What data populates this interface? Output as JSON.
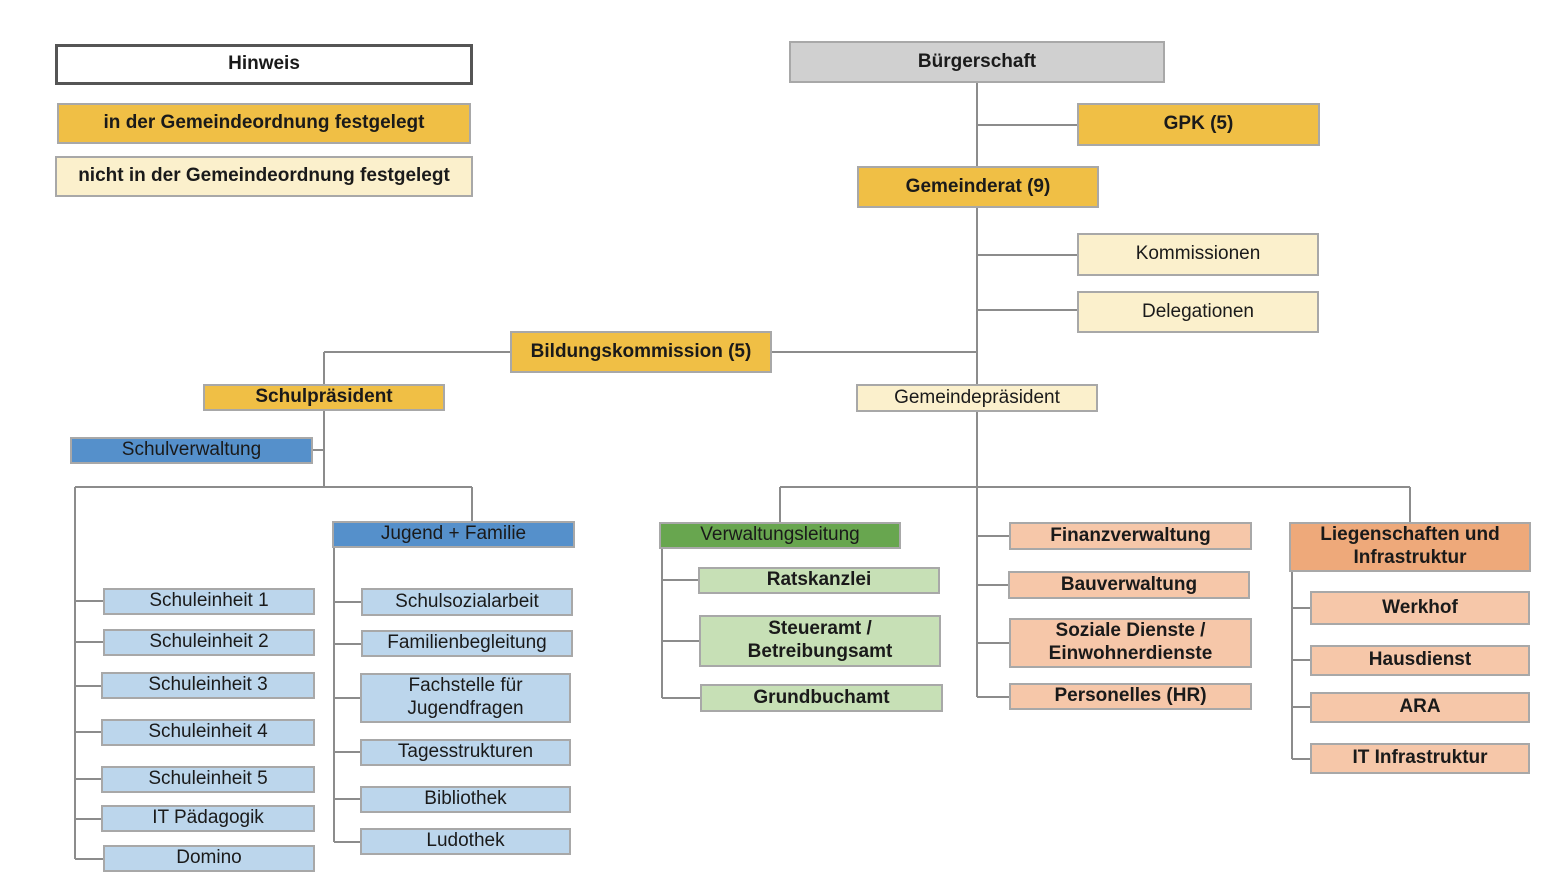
{
  "legend": {
    "title": "Hinweis",
    "mandatory": "in der Gemeindeordnung festgelegt",
    "optional": "nicht in der Gemeindeordnung festgelegt"
  },
  "nodes": {
    "buergerschaft": "Bürgerschaft",
    "gpk": "GPK (5)",
    "gemeinderat": "Gemeinderat (9)",
    "kommissionen": "Kommissionen",
    "delegationen": "Delegationen",
    "bildungskommission": "Bildungskommission (5)",
    "schulpraesident": "Schulpräsident",
    "gemeindepraesident": "Gemeindepräsident",
    "schulverwaltung": "Schulverwaltung",
    "jugend_familie": "Jugend + Familie",
    "schuleinheit_1": "Schuleinheit 1",
    "schuleinheit_2": "Schuleinheit 2",
    "schuleinheit_3": "Schuleinheit 3",
    "schuleinheit_4": "Schuleinheit 4",
    "schuleinheit_5": "Schuleinheit 5",
    "it_paedagogik": "IT Pädagogik",
    "domino": "Domino",
    "schulsozialarbeit": "Schulsozialarbeit",
    "familienbegleitung": "Familienbegleitung",
    "fachstelle_jugendfragen": "Fachstelle für\nJugendfragen",
    "tagesstrukturen": "Tagesstrukturen",
    "bibliothek": "Bibliothek",
    "ludothek": "Ludothek",
    "verwaltungsleitung": "Verwaltungsleitung",
    "ratskanzlei": "Ratskanzlei",
    "steueramt": "Steueramt /\nBetreibungsamt",
    "grundbuchamt": "Grundbuchamt",
    "finanzverwaltung": "Finanzverwaltung",
    "bauverwaltung": "Bauverwaltung",
    "soziale_dienste": "Soziale Dienste /\nEinwohnerdienste",
    "personelles": "Personelles (HR)",
    "liegenschaften": "Liegenschaften und\nInfrastruktur",
    "werkhof": "Werkhof",
    "hausdienst": "Hausdienst",
    "ara": "ARA",
    "it_infrastruktur": "IT Infrastruktur"
  },
  "colors": {
    "mandatory": "#f0bf45",
    "optional": "#fbf0cc",
    "top": "#d0d0d0",
    "school_dark": "#5590cb",
    "school_light": "#bcd6ec",
    "admin_dark": "#68a64f",
    "admin_light": "#c7e0b6",
    "services_dark": "#eea97a",
    "services_light": "#f6c7a9",
    "connector": "#8c8c8c"
  }
}
